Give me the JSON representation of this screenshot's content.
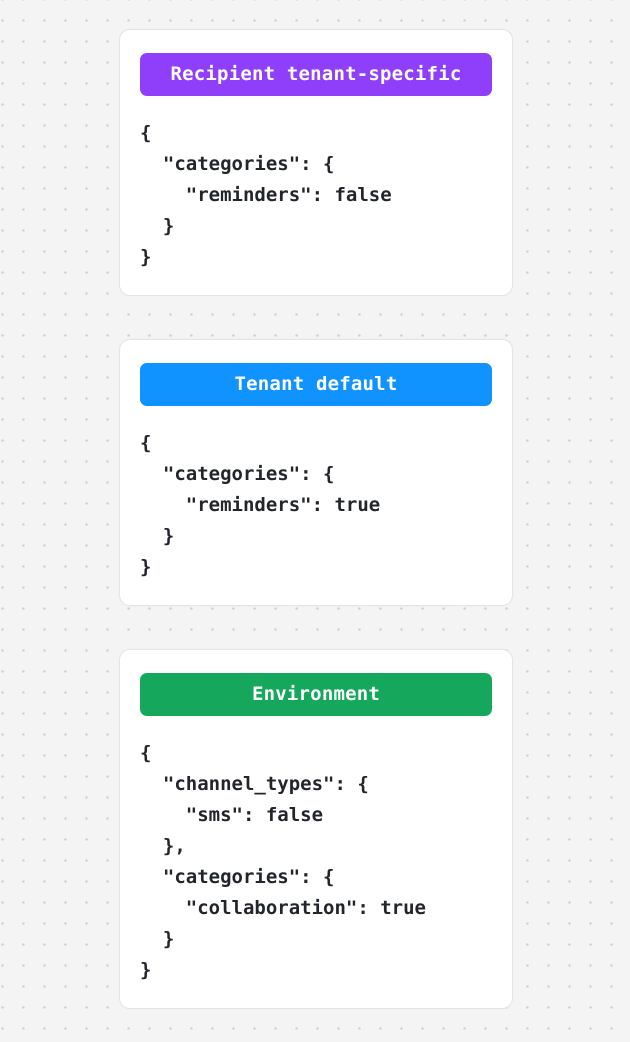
{
  "page": {
    "background_color": "#f4f4f4",
    "dot_color": "#c9c9c9",
    "card_background": "#ffffff",
    "card_border_color": "#e4e4e4",
    "code_text_color": "#22262b"
  },
  "cards": [
    {
      "badge_label": "Recipient tenant-specific",
      "badge_color": "#8f3ffa",
      "badge_text_color": "#ffffff",
      "code": "{\n  \"categories\": {\n    \"reminders\": false\n  }\n}"
    },
    {
      "badge_label": "Tenant default",
      "badge_color": "#1093ff",
      "badge_text_color": "#ffffff",
      "code": "{\n  \"categories\": {\n    \"reminders\": true\n  }\n}"
    },
    {
      "badge_label": "Environment",
      "badge_color": "#15a85c",
      "badge_text_color": "#ffffff",
      "code": "{\n  \"channel_types\": {\n    \"sms\": false\n  },\n  \"categories\": {\n    \"collaboration\": true\n  }\n}"
    }
  ]
}
